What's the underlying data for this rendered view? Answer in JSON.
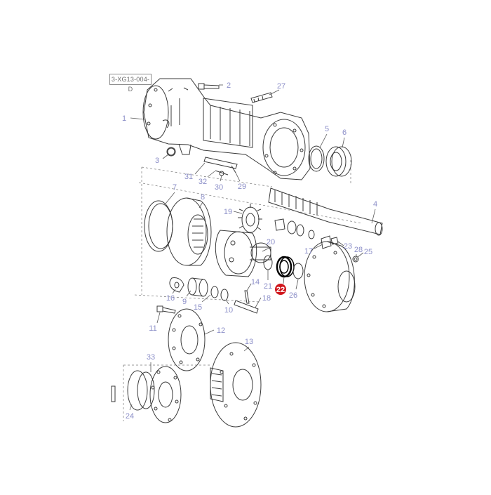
{
  "diagram": {
    "reference_code": "3-XG13-004-D",
    "label_color": "#8c8fc8",
    "highlight_color": "#d0161c",
    "highlight_text_color": "#ffffff",
    "line_color": "#555555",
    "highlighted_part": "22",
    "callouts": [
      {
        "id": "1",
        "label": "1"
      },
      {
        "id": "2",
        "label": "2"
      },
      {
        "id": "3",
        "label": "3"
      },
      {
        "id": "4",
        "label": "4"
      },
      {
        "id": "5",
        "label": "5"
      },
      {
        "id": "6",
        "label": "6"
      },
      {
        "id": "7",
        "label": "7"
      },
      {
        "id": "8",
        "label": "8"
      },
      {
        "id": "9",
        "label": "9"
      },
      {
        "id": "10",
        "label": "10"
      },
      {
        "id": "11",
        "label": "11"
      },
      {
        "id": "12",
        "label": "12"
      },
      {
        "id": "13",
        "label": "13"
      },
      {
        "id": "14",
        "label": "14"
      },
      {
        "id": "15",
        "label": "15"
      },
      {
        "id": "16",
        "label": "16"
      },
      {
        "id": "17",
        "label": "17"
      },
      {
        "id": "18",
        "label": "18"
      },
      {
        "id": "19",
        "label": "19"
      },
      {
        "id": "20",
        "label": "20"
      },
      {
        "id": "21",
        "label": "21"
      },
      {
        "id": "22",
        "label": "22"
      },
      {
        "id": "23",
        "label": "23"
      },
      {
        "id": "24",
        "label": "24"
      },
      {
        "id": "25",
        "label": "25"
      },
      {
        "id": "26",
        "label": "26"
      },
      {
        "id": "27",
        "label": "27"
      },
      {
        "id": "28",
        "label": "28"
      },
      {
        "id": "29",
        "label": "29"
      },
      {
        "id": "30",
        "label": "30"
      },
      {
        "id": "31",
        "label": "31"
      },
      {
        "id": "32",
        "label": "32"
      },
      {
        "id": "33",
        "label": "33"
      }
    ]
  }
}
